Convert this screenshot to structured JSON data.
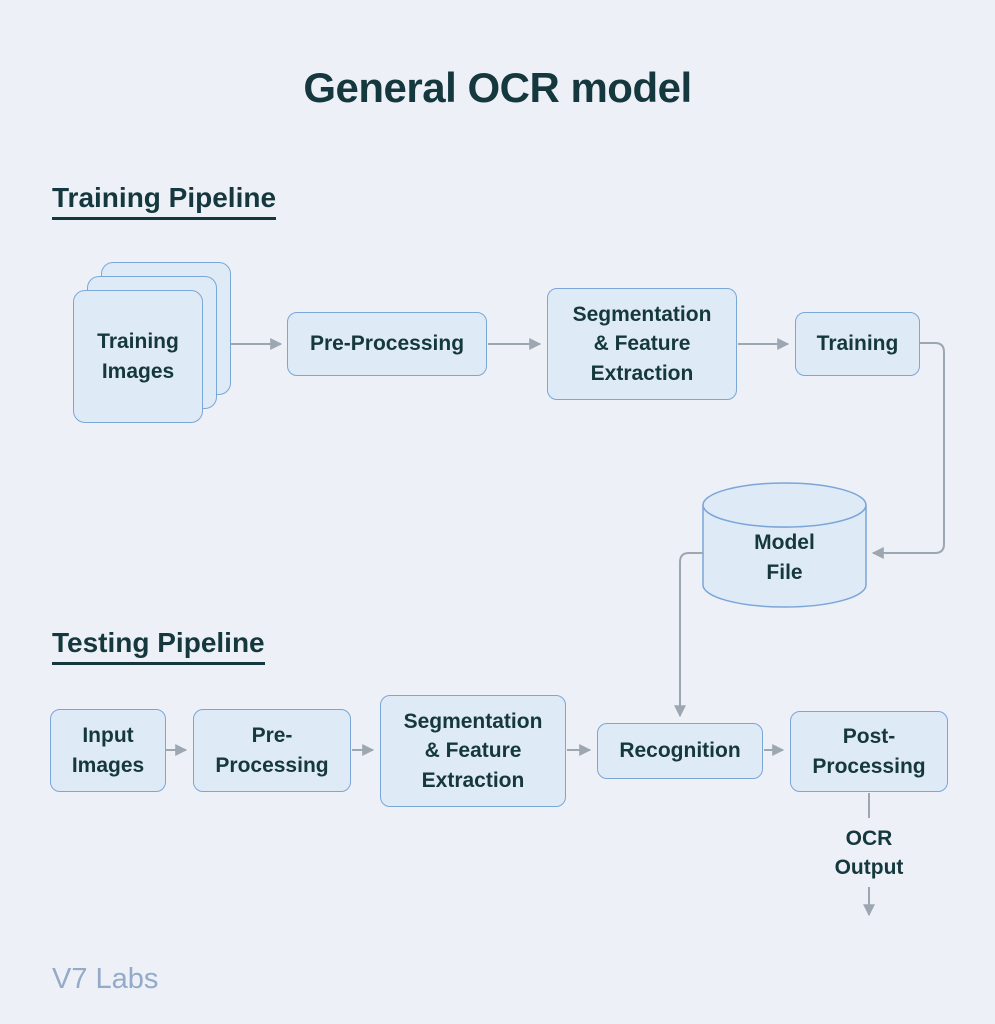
{
  "title": "General OCR model",
  "watermark": "V7 Labs",
  "colors": {
    "background": "#edf1f7",
    "node_fill": "#dfeaf7",
    "node_border": "#7aa6d8",
    "ink": "#14383d",
    "connector": "#9da7b2",
    "watermark": "#93aac9"
  },
  "training": {
    "heading": "Training Pipeline",
    "nodes": {
      "training_images": "Training\nImages",
      "pre_processing": "Pre-Processing",
      "segmentation": "Segmentation\n& Feature\nExtraction",
      "training": "Training"
    }
  },
  "model_file": "Model\nFile",
  "testing": {
    "heading": "Testing Pipeline",
    "nodes": {
      "input_images": "Input\nImages",
      "pre_processing": "Pre-\nProcessing",
      "segmentation": "Segmentation\n& Feature\nExtraction",
      "recognition": "Recognition",
      "post_processing": "Post-\nProcessing"
    }
  },
  "output_label": "OCR\nOutput"
}
